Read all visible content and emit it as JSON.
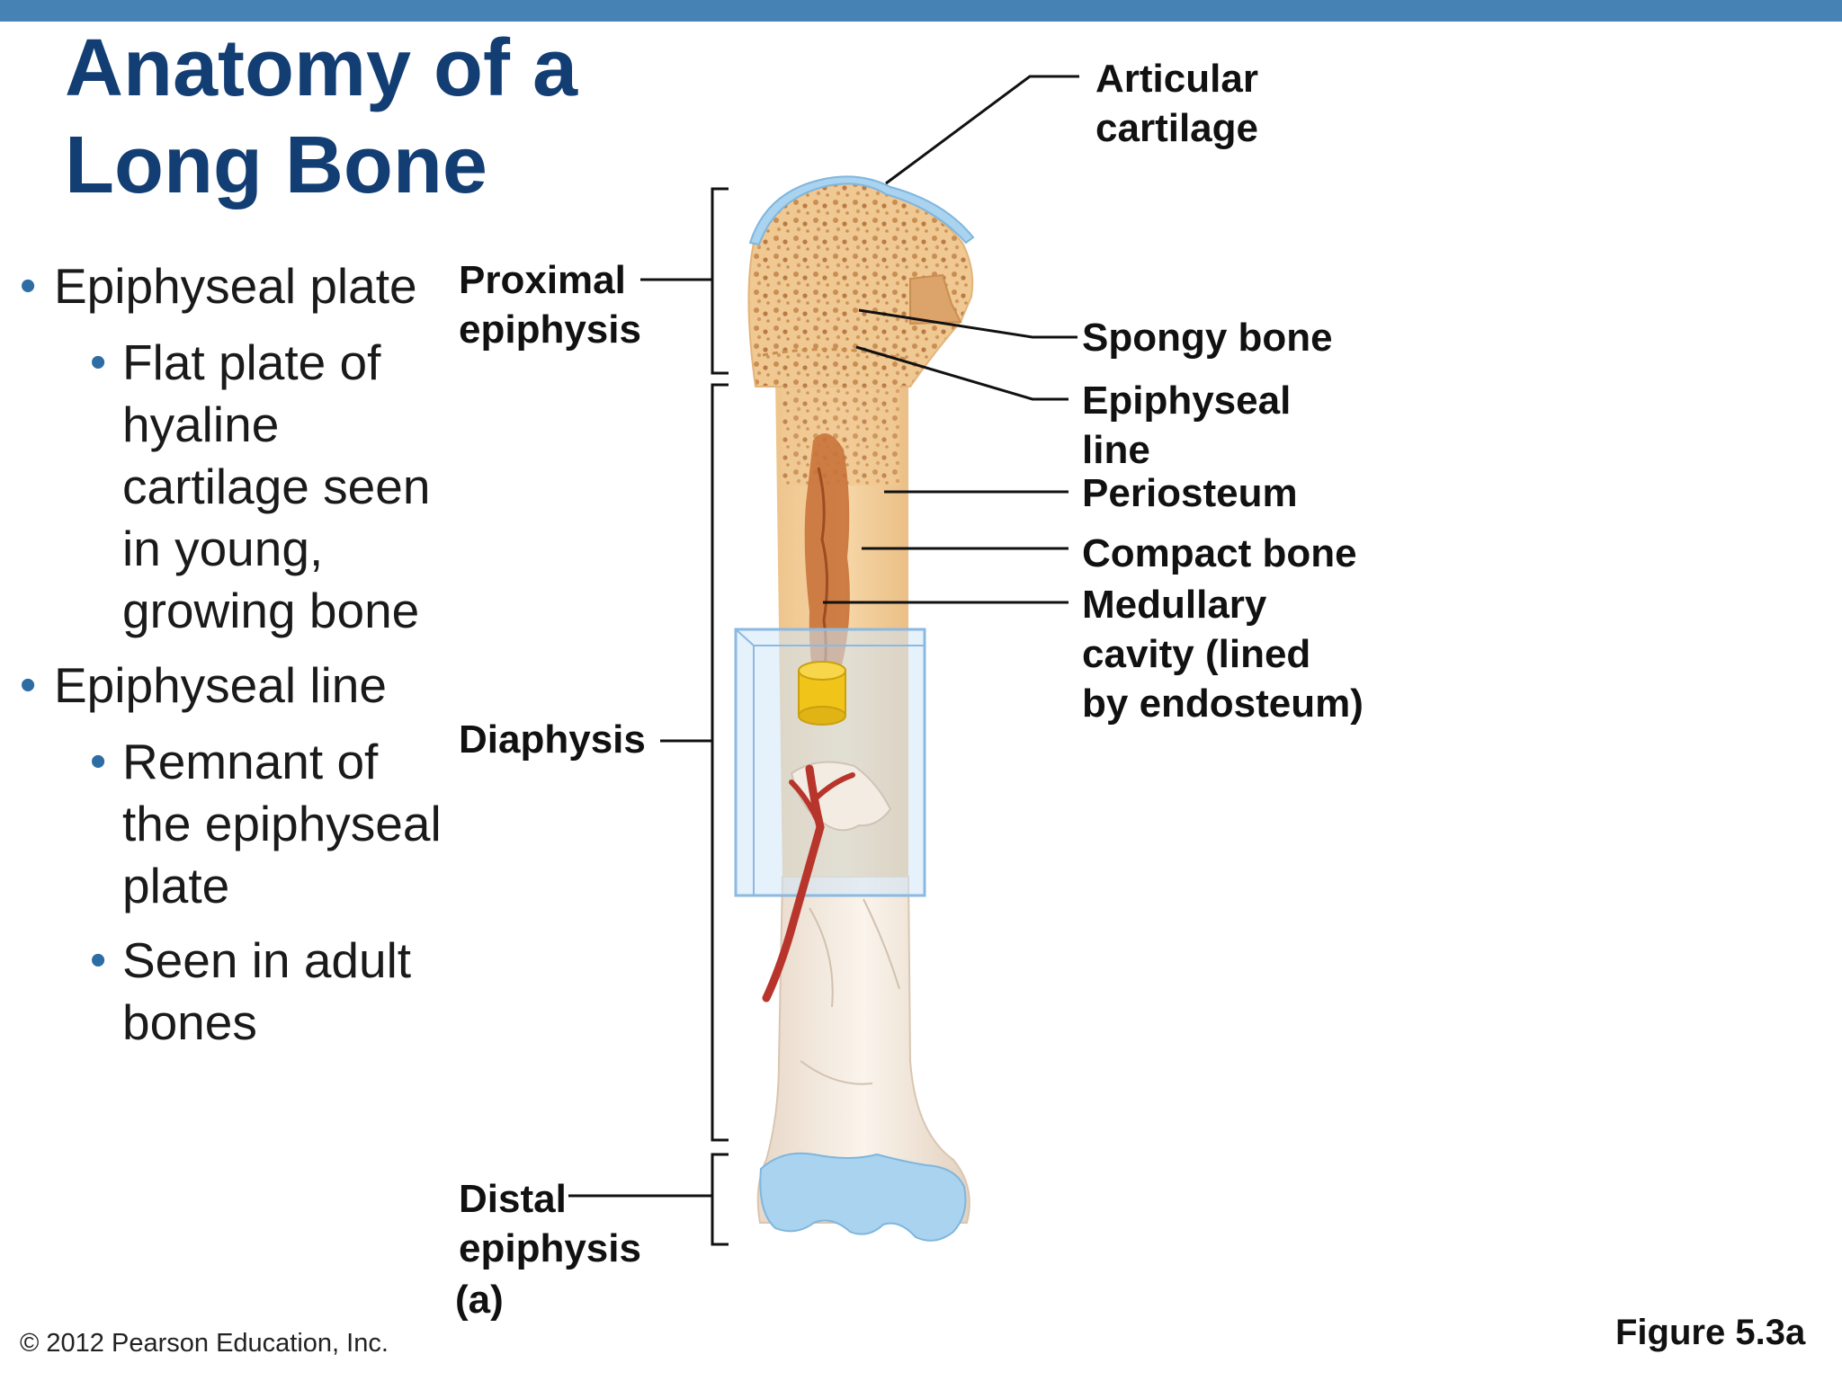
{
  "title": {
    "line1": "Anatomy of a",
    "line2": "Long Bone"
  },
  "bullets": [
    {
      "level": 1,
      "text": "Epiphyseal plate"
    },
    {
      "level": 2,
      "text": "Flat plate of hyaline cartilage seen in young, growing bone"
    },
    {
      "level": 1,
      "text": "Epiphyseal line"
    },
    {
      "level": 2,
      "text": "Remnant of the epiphyseal plate"
    },
    {
      "level": 2,
      "text": "Seen in adult bones"
    }
  ],
  "labels": {
    "articular_cartilage": [
      "Articular",
      "cartilage"
    ],
    "spongy_bone": "Spongy bone",
    "epiphyseal_line": [
      "Epiphyseal",
      "line"
    ],
    "periosteum": "Periosteum",
    "compact_bone": "Compact bone",
    "medullary_cavity": [
      "Medullary",
      "cavity (lined",
      "by endosteum)"
    ],
    "proximal_epiphysis": [
      "Proximal",
      "epiphysis"
    ],
    "diaphysis": "Diaphysis",
    "distal_epiphysis": [
      "Distal",
      "epiphysis"
    ],
    "panel": "(a)"
  },
  "footer": {
    "copyright": "© 2012 Pearson Education, Inc.",
    "figure": "Figure 5.3a"
  },
  "colors": {
    "top_bar": "#4682b4",
    "title": "#123e73",
    "bullet": "#2e6da4",
    "bone": "#f2cf9c",
    "cartilage": "#a9d3ef",
    "artery": "#b8352c",
    "marrow": "#c9733a"
  }
}
